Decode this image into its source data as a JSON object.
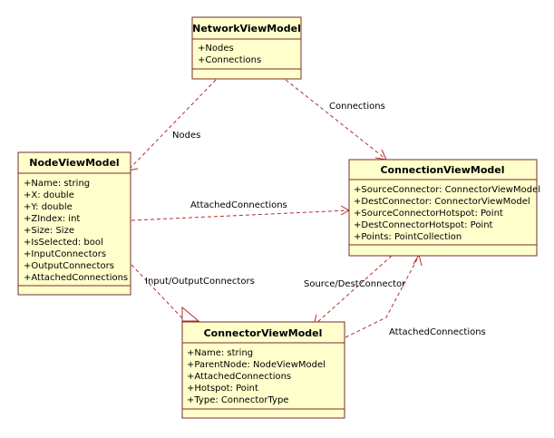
{
  "classes": {
    "network": {
      "name": "NetworkViewModel",
      "attributes": [
        "+Nodes",
        "+Connections"
      ]
    },
    "node": {
      "name": "NodeViewModel",
      "attributes": [
        "+Name: string",
        "+X: double",
        "+Y: double",
        "+ZIndex: int",
        "+Size: Size",
        "+IsSelected: bool",
        "+InputConnectors",
        "+OutputConnectors",
        "+AttachedConnections"
      ]
    },
    "connection": {
      "name": "ConnectionViewModel",
      "attributes": [
        "+SourceConnector: ConnectorViewModel",
        "+DestConnector: ConnectorViewModel",
        "+SourceConnectorHotspot: Point",
        "+DestConnectorHotspot: Point",
        "+Points: PointCollection"
      ]
    },
    "connector": {
      "name": "ConnectorViewModel",
      "attributes": [
        "+Name: string",
        "+ParentNode: NodeViewModel",
        "+AttachedConnections",
        "+Hotspot: Point",
        "+Type: ConnectorType"
      ]
    }
  },
  "relations": {
    "nodes": "Nodes",
    "connections": "Connections",
    "node_attached": "AttachedConnections",
    "io_connectors": "Input/OutputConnectors",
    "source_dest": "Source/DestConnector",
    "connector_attached": "AttachedConnections"
  },
  "colors": {
    "box_fill": "#ffffcc",
    "box_border": "#7a2c2c",
    "relation_line": "#b2302e"
  }
}
